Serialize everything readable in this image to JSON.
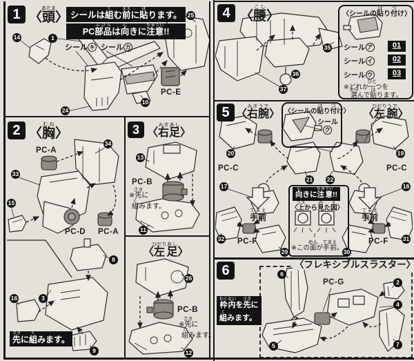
{
  "colors": {
    "paper": "#e4e1da",
    "ink": "#161616",
    "part_fill": "#edebe4",
    "polycap_fill": "#8e8b84",
    "sticker_fill": "#b9b6af"
  },
  "head": {
    "num": "1",
    "title": [
      {
        "t": "〈"
      },
      {
        "t": "頭",
        "r": "あたま"
      },
      {
        "t": "〉"
      }
    ],
    "warn1": [
      {
        "t": "シールは"
      },
      {
        "t": "組",
        "r": "く"
      },
      {
        "t": "む"
      },
      {
        "t": "前",
        "r": "まえ"
      },
      {
        "t": "に"
      },
      {
        "t": "貼",
        "r": "は"
      },
      {
        "t": "ります。"
      }
    ],
    "warn2": [
      {
        "t": "PC"
      },
      {
        "t": "部品",
        "r": "ぶひん"
      },
      {
        "t": "は"
      },
      {
        "t": "向",
        "r": "む"
      },
      {
        "t": "きに"
      },
      {
        "t": "注意",
        "r": "ちゅうい"
      },
      {
        "t": "!!"
      }
    ],
    "sticker_left": {
      "text": "シール",
      "char": "キ"
    },
    "sticker_right": {
      "text": "シール",
      "char": "カ"
    },
    "pc_e": "PC-E",
    "callouts": [
      "14",
      "1",
      "10",
      "24",
      "25"
    ]
  },
  "chest": {
    "num": "2",
    "title": [
      {
        "t": "〈"
      },
      {
        "t": "胸",
        "r": "むね"
      },
      {
        "t": "〉"
      }
    ],
    "pc_a_top": "PC-A",
    "pc_a_right": "PC-A",
    "pc_d": "PC-D",
    "callouts": [
      "33",
      "34",
      "15"
    ],
    "sub_callouts": [
      "8",
      "16",
      "3",
      "9"
    ],
    "first_note": [
      {
        "t": "先",
        "r": "さき"
      },
      {
        "t": "に"
      },
      {
        "t": "組",
        "r": "く"
      },
      {
        "t": "みます。"
      }
    ]
  },
  "rfoot": {
    "num": "3",
    "title": [
      {
        "t": "〈"
      },
      {
        "t": "右",
        "r": "みぎ"
      },
      {
        "t": "足",
        "r": "あし"
      },
      {
        "t": "〉"
      }
    ],
    "pc_b": "PC-B",
    "note1": [
      {
        "t": "※"
      },
      {
        "t": "先",
        "r": "さき"
      },
      {
        "t": "に"
      }
    ],
    "note2": [
      {
        "t": "組",
        "r": "く"
      },
      {
        "t": "みます。"
      }
    ],
    "callouts": [
      "13",
      "11"
    ]
  },
  "lfoot": {
    "title": [
      {
        "t": "〈"
      },
      {
        "t": "左",
        "r": "ひだり"
      },
      {
        "t": "足",
        "r": "あし"
      },
      {
        "t": "〉"
      }
    ],
    "pc_b": "PC-B",
    "note1": [
      {
        "t": "※"
      },
      {
        "t": "先",
        "r": "さき"
      },
      {
        "t": "に"
      }
    ],
    "note2": [
      {
        "t": "組",
        "r": "く"
      },
      {
        "t": "みます。"
      }
    ],
    "callouts": [
      "26",
      "12"
    ]
  },
  "waist": {
    "num": "4",
    "title": [
      {
        "t": "〈"
      },
      {
        "t": "腰",
        "r": "こし"
      },
      {
        "t": "〉"
      }
    ],
    "callouts": [
      "35",
      "36",
      "37"
    ],
    "sticker_box": {
      "title": [
        {
          "t": "〈シールの"
        },
        {
          "t": "貼",
          "r": "は"
        },
        {
          "t": "り"
        },
        {
          "t": "付",
          "r": "つ"
        },
        {
          "t": "け〉"
        }
      ],
      "rows": [
        {
          "label": "シール",
          "char": "ア",
          "num": "01"
        },
        {
          "label": "シール",
          "char": "イ",
          "num": "02"
        },
        {
          "label": "シール",
          "char": "ウ",
          "num": "03"
        }
      ],
      "note1": [
        {
          "t": "※どれか"
        },
        {
          "t": "一",
          "r": "ひと"
        },
        {
          "t": "つを"
        }
      ],
      "note2": [
        {
          "t": "選",
          "r": "えら"
        },
        {
          "t": "んで"
        },
        {
          "t": "貼",
          "r": "は"
        },
        {
          "t": "ります。"
        }
      ]
    }
  },
  "arms": {
    "num": "5",
    "title_right": [
      {
        "t": "〈"
      },
      {
        "t": "右",
        "r": "みぎ"
      },
      {
        "t": "腕",
        "r": "うで"
      },
      {
        "t": "〉"
      }
    ],
    "title_left": [
      {
        "t": "〈"
      },
      {
        "t": "左",
        "r": "ひだり"
      },
      {
        "t": "腕",
        "r": "うで"
      },
      {
        "t": "〉"
      }
    ],
    "sticker_box": {
      "title": [
        {
          "t": "〈シールの"
        },
        {
          "t": "貼",
          "r": "は"
        },
        {
          "t": "り"
        },
        {
          "t": "付",
          "r": "つ"
        },
        {
          "t": "け〉"
        }
      ],
      "label": "シール",
      "char": "ク"
    },
    "pc_c_right": "PC-C",
    "pc_c_left": "PC-C",
    "pc_f_right": "PC-F",
    "pc_f_left": "PC-F",
    "temae_right": [
      {
        "t": "手前",
        "r": "てまえ"
      }
    ],
    "temae_left": [
      {
        "t": "手前",
        "r": "てまえ"
      }
    ],
    "orient_box": {
      "warn": [
        {
          "t": "向",
          "r": "む"
        },
        {
          "t": "きに"
        },
        {
          "t": "注意",
          "r": "ちゅうい"
        },
        {
          "t": "!!"
        }
      ],
      "topview": [
        {
          "t": "〈"
        },
        {
          "t": "上",
          "r": "うえ"
        },
        {
          "t": "から"
        },
        {
          "t": "見",
          "r": "み"
        },
        {
          "t": "た"
        },
        {
          "t": "図",
          "r": "ず"
        },
        {
          "t": "〉"
        }
      ],
      "front_note": [
        {
          "t": "※この"
        },
        {
          "t": "面",
          "r": "めん"
        },
        {
          "t": "が"
        },
        {
          "t": "手前",
          "r": "てまえ"
        },
        {
          "t": "。"
        }
      ]
    },
    "callouts": {
      "r_upper": "20",
      "r_shoulder": "21",
      "l_shoulder": "22",
      "l_upper": "19",
      "r_elbow": "17",
      "l_elbow": "18",
      "r_hand": "32",
      "r_armor": "29",
      "l_armor": "30",
      "l_hand": "31"
    }
  },
  "thruster": {
    "num": "6",
    "title": "〈フレキシブルスラスター〉",
    "pc_g": "PC-G",
    "first_note1": [
      {
        "t": "枠内",
        "r": "わくない"
      },
      {
        "t": "を"
      },
      {
        "t": "先",
        "r": "さき"
      },
      {
        "t": "に"
      }
    ],
    "first_note2": [
      {
        "t": "組",
        "r": "く"
      },
      {
        "t": "みます。"
      }
    ],
    "callouts": [
      "6",
      "2",
      "4",
      "5",
      "7"
    ]
  }
}
